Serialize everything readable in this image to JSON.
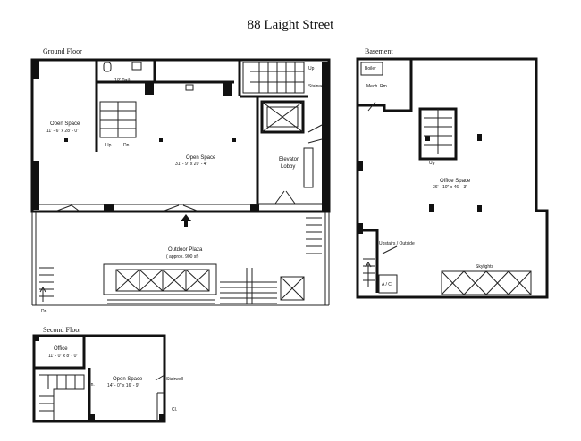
{
  "title": "88 Laight Street",
  "floors": {
    "ground": {
      "label": "Ground Floor",
      "rooms": {
        "half_bath": "1/2 Bath",
        "open_space_left": "Open Space",
        "open_space_left_dims": "11' - 6\" x 28' - 0\"",
        "open_space_center": "Open Space",
        "open_space_center_dims": "31' - 9\" x 20' - 4\"",
        "elevator_lobby_1": "Elevator",
        "elevator_lobby_2": "Lobby",
        "stairwell": "Stairwell",
        "outdoor_plaza": "Outdoor Plaza",
        "outdoor_plaza_area": "( approx. 900 sf)"
      },
      "marks": {
        "up_left": "Up",
        "dn_left": "Dn.",
        "up_right": "Up",
        "dn_plaza": "Dn."
      }
    },
    "basement": {
      "label": "Basement",
      "rooms": {
        "boiler": "Boiler",
        "mech_rm": "Mech. Rm.",
        "office_space": "Office Space",
        "office_space_dims": "36' - 10\" x 46' - 3\"",
        "upstairs_outside": "Upstairs / Outside",
        "skylights": "Skylights",
        "ac": "A / C"
      },
      "marks": {
        "up": "Up"
      }
    },
    "second": {
      "label": "Second Floor",
      "rooms": {
        "office": "Office",
        "office_dims": "11' - 0\" x 8' - 0\"",
        "open_space": "Open Space",
        "open_space_dims": "14' - 0\" x 16' - 9\"",
        "stairwell": "Stairwell",
        "closet": "Cl."
      },
      "marks": {
        "dn": "Dn."
      }
    }
  }
}
